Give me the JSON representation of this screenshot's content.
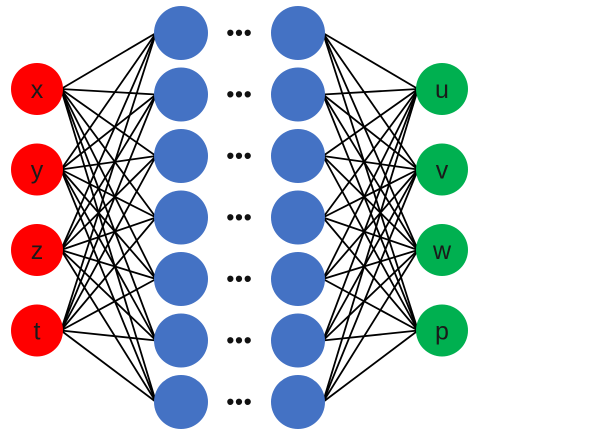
{
  "diagram": {
    "type": "neural-network",
    "input_layer": {
      "nodes": [
        "x",
        "y",
        "z",
        "t"
      ],
      "color": "#ff0000"
    },
    "hidden_layers": {
      "count_shown": 2,
      "nodes_per_layer": 7,
      "color": "#4472c4",
      "ellipsis": "•••"
    },
    "output_layer": {
      "nodes": [
        "u",
        "v",
        "w",
        "p"
      ],
      "color": "#00b050"
    },
    "edge_color": "#000000",
    "connectivity": "fully-connected"
  }
}
